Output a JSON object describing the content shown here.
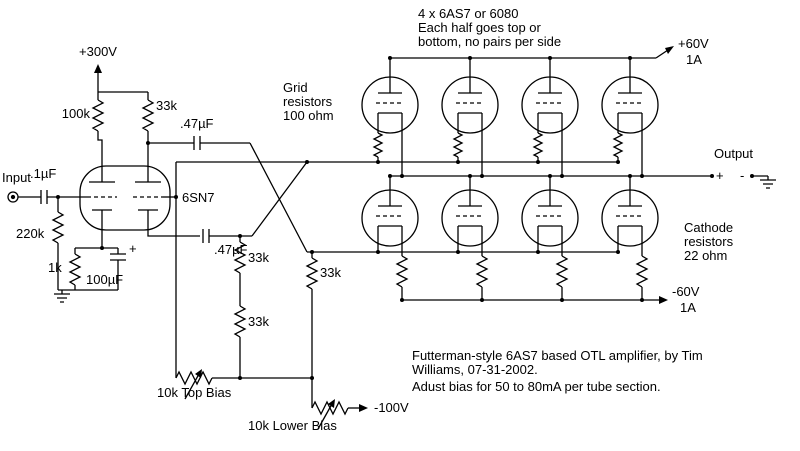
{
  "schematic": {
    "notes": {
      "tubes_line1": "4 x 6AS7 or 6080",
      "tubes_line2": "Each half goes top or",
      "tubes_line3": "bottom, no pairs per side",
      "footer_line1": "Futterman-style 6AS7 based OTL amplifier, by Tim",
      "footer_line2": "Williams, 07-31-2002.",
      "footer_line3": "Adust bias for 50 to 80mA per tube section."
    },
    "supplies": {
      "plate": "+300V",
      "top_rail": "+60V",
      "top_rail_current": "1A",
      "bottom_rail": "-60V",
      "bottom_rail_current": "1A",
      "bias": "-100V"
    },
    "io": {
      "input": "Input",
      "output": "Output",
      "output_plus": "+",
      "output_minus": "-"
    },
    "components": {
      "input_cap": ".1µF",
      "input_resistor": "220k",
      "driver_tube": "6SN7",
      "plate_resistor_1": "100k",
      "plate_resistor_2": "33k",
      "coupling_cap_top": ".47µF",
      "coupling_cap_bottom": ".47µF",
      "cathode_resistor_driver": "1k",
      "bypass_cap": "100µF",
      "bypass_cap_polarity": "+",
      "grid_leak_1": "33k",
      "grid_leak_2": "33k",
      "grid_leak_3": "33k",
      "top_bias_pot": "10k Top Bias",
      "lower_bias_pot": "10k Lower Bias",
      "grid_resistors_line1": "Grid",
      "grid_resistors_line2": "resistors",
      "grid_resistors_line3": "100 ohm",
      "cathode_resistors_line1": "Cathode",
      "cathode_resistors_line2": "resistors",
      "cathode_resistors_line3": "22 ohm"
    }
  }
}
